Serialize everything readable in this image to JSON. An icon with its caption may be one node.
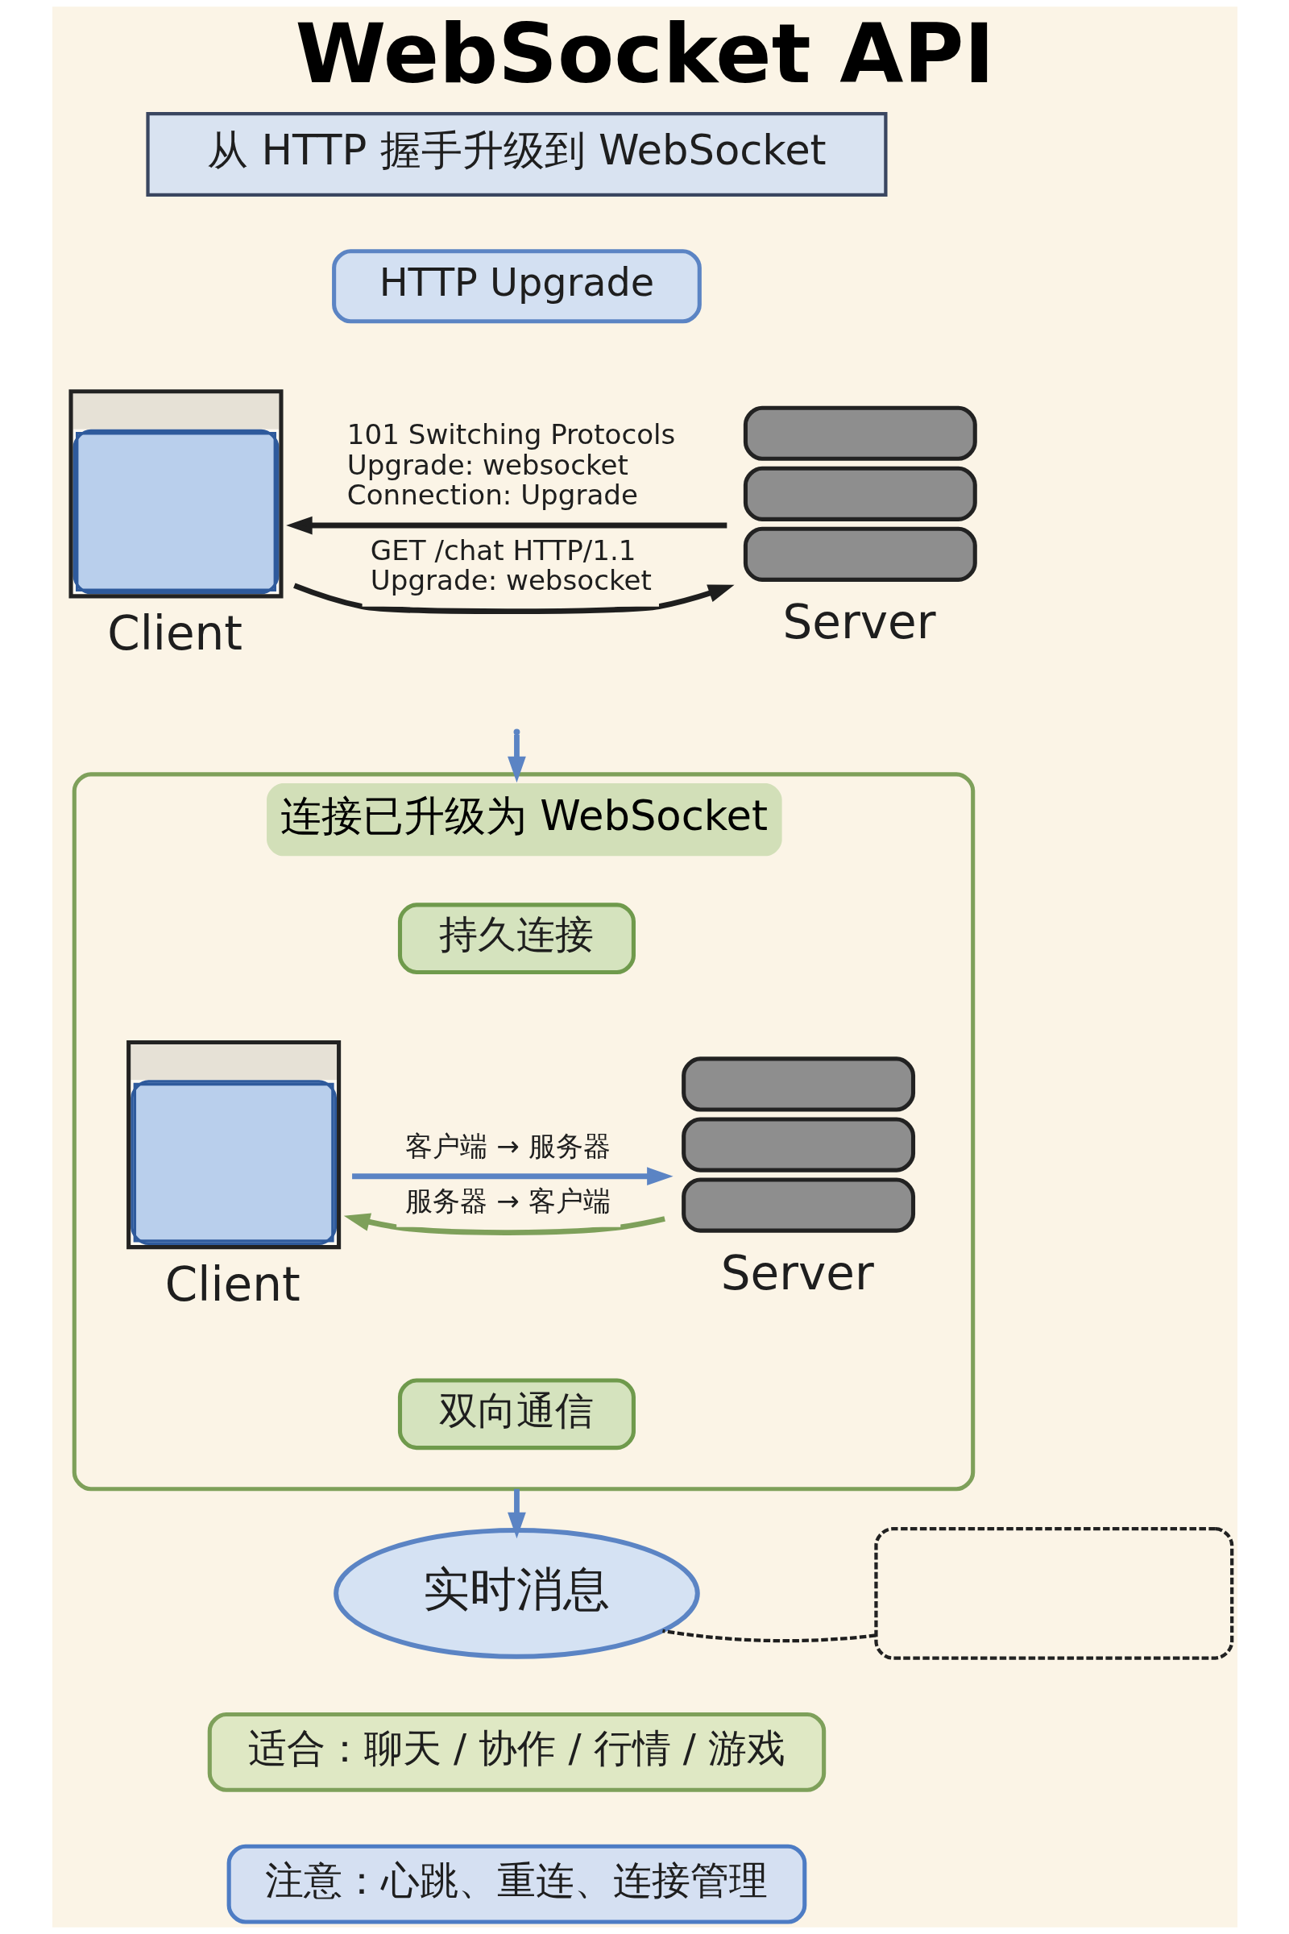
{
  "diagram": {
    "title": "WebSocket API",
    "nodes": [
      {
        "text": [
          "从 HTTP 握手升级到 WebSocket"
        ]
      },
      {
        "text": [
          "HTTP Upgrade"
        ]
      },
      {
        "text": [
          "Client"
        ]
      },
      {
        "text": [
          "Server"
        ]
      },
      {
        "text": [
          "连接已升级为 WebSocket"
        ]
      },
      {
        "text": [
          "持久连接"
        ],
        "in": 4
      },
      {
        "text": [
          "Client"
        ],
        "in": 4
      },
      {
        "text": [
          "Server"
        ],
        "in": 4
      },
      {
        "text": [
          "双向通信"
        ],
        "in": 4
      },
      {
        "text": [
          "实时消息"
        ]
      },
      {
        "text": [],
        "shape": "box"
      },
      {
        "text": [
          "适合：聊天 / 协作 / 行情 / 游戏"
        ]
      },
      {
        "text": [
          "注意：心跳、重连、连接管理"
        ]
      }
    ],
    "edges": [
      {
        "from": 2,
        "to": 3,
        "arrow": "to",
        "label": "GET /chat HTTP/1.1 Upgrade: websocket"
      },
      {
        "from": 3,
        "to": 2,
        "arrow": "to",
        "label": "101 Switching Protocols Upgrade: websocket Connection: Upgrade"
      },
      {
        "from": null,
        "to": 4,
        "arrow": "to",
        "color": "#5b84c4"
      },
      {
        "from": 6,
        "to": 7,
        "arrow": "to",
        "label": "客户端 → 服务器",
        "color": "#5b84c4"
      },
      {
        "from": 7,
        "to": 6,
        "arrow": "to",
        "label": "服务器 → 客户端",
        "color": "#7ea05a"
      },
      {
        "from": 4,
        "to": 9,
        "arrow": "to",
        "color": "#5b84c4"
      },
      {
        "from": 10,
        "to": 9,
        "arrow": "none",
        "style": "dashed"
      }
    ]
  }
}
